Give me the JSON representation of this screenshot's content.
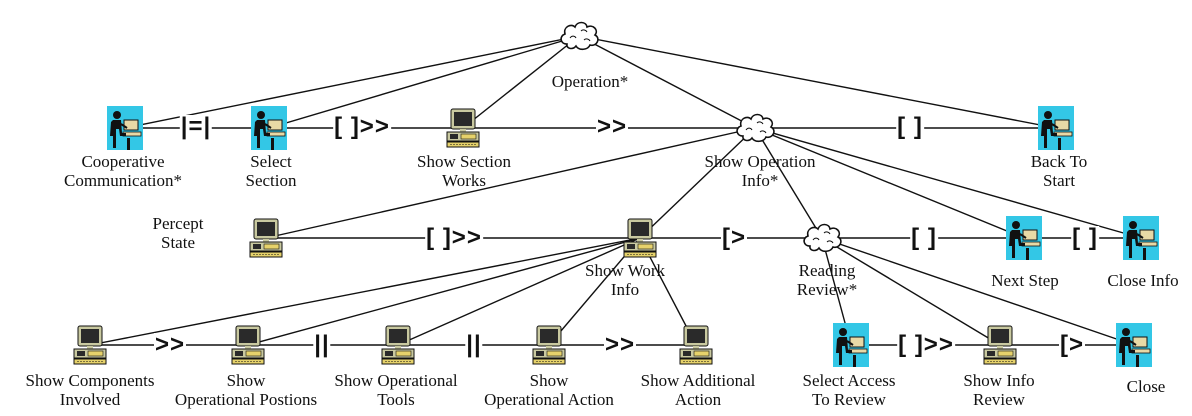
{
  "colors": {
    "user_icon_bg": "#33c7e6",
    "user_icon_figure": "#111111",
    "user_icon_screen": "#e8d9a6",
    "app_icon_monitor": "#2a2a2a",
    "app_icon_base": "#c9c9a0",
    "app_icon_keys": "#e6d26b",
    "cloud_fill": "#ffffff",
    "line": "#111111"
  },
  "nodes": [
    {
      "id": "operation",
      "icon": "cloud-icon",
      "label": "Operation*"
    },
    {
      "id": "cooperative-communication",
      "icon": "user-interaction-icon",
      "label": "Cooperative\nCommunication*"
    },
    {
      "id": "select-section",
      "icon": "user-interaction-icon",
      "label": "Select\nSection"
    },
    {
      "id": "show-section-works",
      "icon": "application-icon",
      "label": "Show Section\nWorks"
    },
    {
      "id": "show-operation-info",
      "icon": "cloud-icon",
      "label": "Show Operation\nInfo*"
    },
    {
      "id": "back-to-start",
      "icon": "user-interaction-icon",
      "label": "Back To\nStart"
    },
    {
      "id": "percept-state",
      "icon": "application-icon",
      "label": "Percept\nState"
    },
    {
      "id": "show-work-info",
      "icon": "application-icon",
      "label": "Show Work\nInfo"
    },
    {
      "id": "reading-review",
      "icon": "cloud-icon",
      "label": "Reading\nReview*"
    },
    {
      "id": "next-step",
      "icon": "user-interaction-icon",
      "label": "Next Step"
    },
    {
      "id": "close-info",
      "icon": "user-interaction-icon",
      "label": "Close Info"
    },
    {
      "id": "show-components-involved",
      "icon": "application-icon",
      "label": "Show Components\nInvolved"
    },
    {
      "id": "show-operational-postions",
      "icon": "application-icon",
      "label": "Show\nOperational Postions"
    },
    {
      "id": "show-operational-tools",
      "icon": "application-icon",
      "label": "Show Operational\nTools"
    },
    {
      "id": "show-operational-action",
      "icon": "application-icon",
      "label": "Show\nOperational Action"
    },
    {
      "id": "show-additional-action",
      "icon": "application-icon",
      "label": "Show Additional\nAction"
    },
    {
      "id": "select-access-to-review",
      "icon": "user-interaction-icon",
      "label": "Select Access\nTo Review"
    },
    {
      "id": "show-info-review",
      "icon": "application-icon",
      "label": "Show Info\nReview"
    },
    {
      "id": "close",
      "icon": "user-interaction-icon",
      "label": "Close"
    }
  ],
  "edges": [
    {
      "from": "operation",
      "to": "cooperative-communication"
    },
    {
      "from": "operation",
      "to": "select-section"
    },
    {
      "from": "operation",
      "to": "show-section-works"
    },
    {
      "from": "operation",
      "to": "show-operation-info"
    },
    {
      "from": "operation",
      "to": "back-to-start"
    },
    {
      "from": "cooperative-communication",
      "to": "select-section",
      "operator": "|=|"
    },
    {
      "from": "select-section",
      "to": "show-section-works",
      "operator": "[ ]>>"
    },
    {
      "from": "show-section-works",
      "to": "show-operation-info",
      "operator": ">>"
    },
    {
      "from": "show-operation-info",
      "to": "back-to-start",
      "operator": "[ ]"
    },
    {
      "from": "show-operation-info",
      "to": "percept-state"
    },
    {
      "from": "show-operation-info",
      "to": "show-work-info"
    },
    {
      "from": "show-operation-info",
      "to": "reading-review"
    },
    {
      "from": "show-operation-info",
      "to": "next-step"
    },
    {
      "from": "show-operation-info",
      "to": "close-info"
    },
    {
      "from": "percept-state",
      "to": "show-work-info",
      "operator": "[ ]>>"
    },
    {
      "from": "show-work-info",
      "to": "reading-review",
      "operator": "[>"
    },
    {
      "from": "reading-review",
      "to": "next-step",
      "operator": "[ ]"
    },
    {
      "from": "next-step",
      "to": "close-info",
      "operator": "[ ]"
    },
    {
      "from": "show-work-info",
      "to": "show-components-involved"
    },
    {
      "from": "show-work-info",
      "to": "show-operational-postions"
    },
    {
      "from": "show-work-info",
      "to": "show-operational-tools"
    },
    {
      "from": "show-work-info",
      "to": "show-operational-action"
    },
    {
      "from": "show-work-info",
      "to": "show-additional-action"
    },
    {
      "from": "show-components-involved",
      "to": "show-operational-postions",
      "operator": ">>"
    },
    {
      "from": "show-operational-postions",
      "to": "show-operational-tools",
      "operator": "||"
    },
    {
      "from": "show-operational-tools",
      "to": "show-operational-action",
      "operator": "||"
    },
    {
      "from": "show-operational-action",
      "to": "show-additional-action",
      "operator": ">>"
    },
    {
      "from": "reading-review",
      "to": "select-access-to-review"
    },
    {
      "from": "reading-review",
      "to": "show-info-review"
    },
    {
      "from": "reading-review",
      "to": "close"
    },
    {
      "from": "select-access-to-review",
      "to": "show-info-review",
      "operator": "[ ]>>"
    },
    {
      "from": "show-info-review",
      "to": "close",
      "operator": "[>"
    }
  ]
}
